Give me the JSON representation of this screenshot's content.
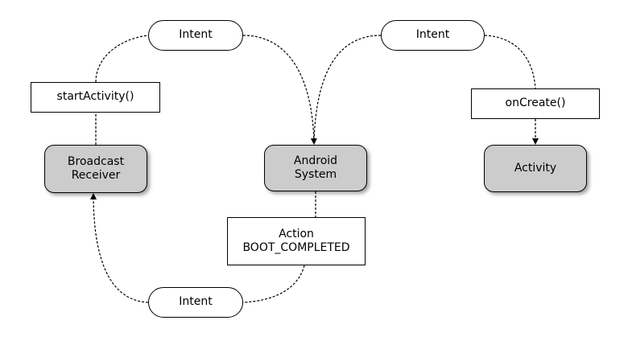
{
  "nodes": {
    "intent_top_left": "Intent",
    "intent_top_right": "Intent",
    "intent_bottom": "Intent",
    "start_activity": "startActivity()",
    "on_create": "onCreate()",
    "broadcast_receiver": "Broadcast\nReceiver",
    "android_system": "Android\nSystem",
    "activity": "Activity",
    "boot_action": "Action\nBOOT_COMPLETED"
  },
  "colors": {
    "component_fill": "#cccccc",
    "stroke": "#000000",
    "background": "#ffffff"
  }
}
